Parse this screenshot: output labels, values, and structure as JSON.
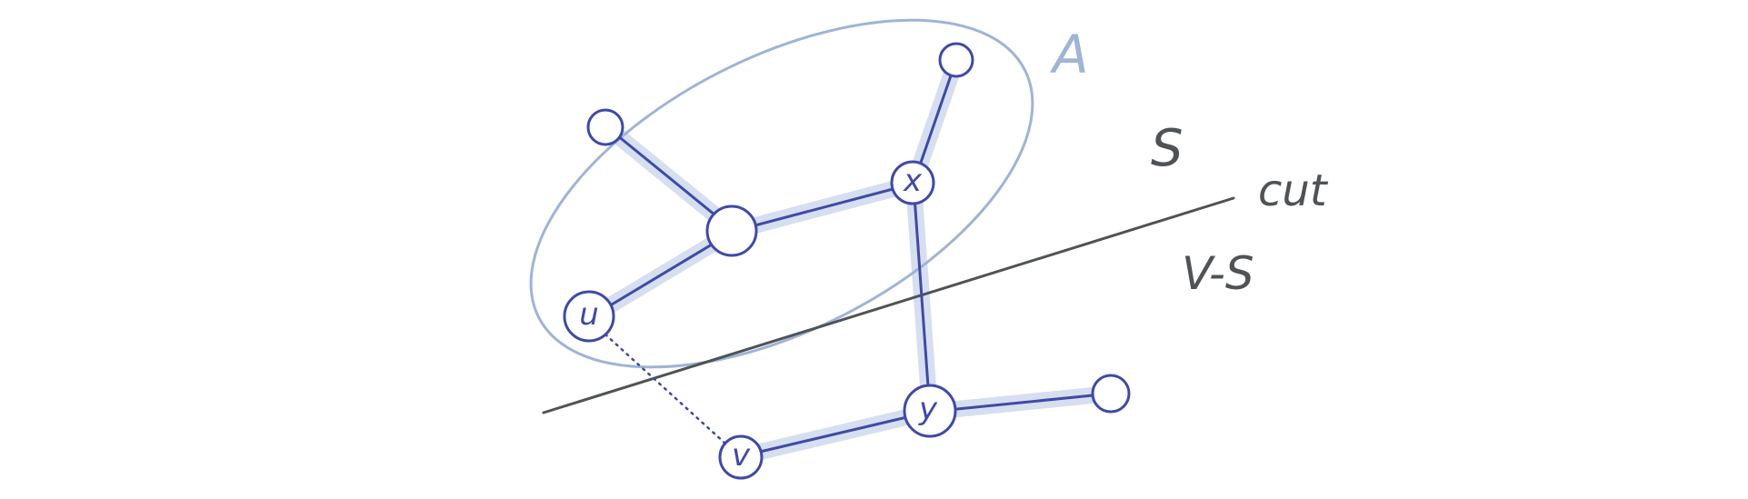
{
  "colors": {
    "edge": "#3f4aa6",
    "edge_highlight": "#d6dff0",
    "set_outline": "#9fb4d6",
    "set_label": "#9fb4d6",
    "cut_line": "#4f5355",
    "text": "#4f5355",
    "node_fill": "#ffffff"
  },
  "labels": {
    "set_a": "A",
    "side_s": "S",
    "cut": "cut",
    "side_v_minus_s": "V-S"
  },
  "nodes": {
    "top_right": "",
    "top_left": "",
    "center": "",
    "x": "x",
    "u": "u",
    "y": "y",
    "v": "v",
    "right": ""
  }
}
